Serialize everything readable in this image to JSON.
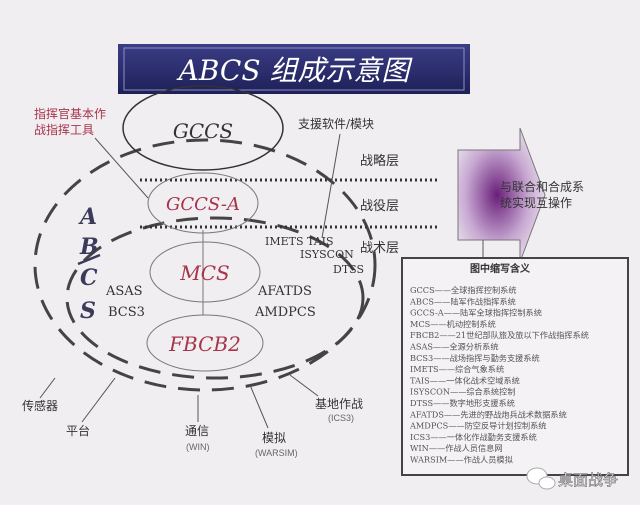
{
  "title": "ABCS 组成示意图",
  "callout_commander": [
    "指挥官基本作",
    "战指挥工具"
  ],
  "callout_support": "支援软件/模块",
  "layers": [
    "战略层",
    "战役层",
    "战术层"
  ],
  "abcs_letters": [
    "A",
    "B",
    "C",
    "S"
  ],
  "systems": {
    "gccs": "GCCS",
    "gccs_a": "GCCS-A",
    "mcs": "MCS",
    "fbcb2": "FBCB2",
    "asas": "ASAS",
    "bcs3": "BCS3",
    "afatds": "AFATDS",
    "amdpcs": "AMDPCS",
    "imets_tais": "IMETS  TAIS",
    "isyscon": "ISYSCON",
    "dtss": "DTSS"
  },
  "interop_text": [
    "与联合和合成系",
    "统实现互操作"
  ],
  "bottom_labels": [
    {
      "label": "传感器",
      "sub": ""
    },
    {
      "label": "平台",
      "sub": ""
    },
    {
      "label": "通信",
      "sub": "(WIN)"
    },
    {
      "label": "模拟",
      "sub": "(WARSIM)"
    },
    {
      "label": "基地作战",
      "sub": "(ICS3)"
    }
  ],
  "legend": {
    "title": "图中缩写含义",
    "items": [
      "GCCS——全球指挥控制系统",
      "ABCS——陆军作战指挥系统",
      "GCCS-A——陆军全球指挥控制系统",
      "MCS——机动控制系统",
      "FBCB2——21世纪部队旅及旅以下作战指挥系统",
      "ASAS——全源分析系统",
      "BCS3——战场指挥与勤务支援系统",
      "IMETS——综合气象系统",
      "TAIS——一体化战术空域系统",
      "ISYSCON——综合系统控制",
      "DTSS——数字地形支援系统",
      "AFATDS——先进的野战炮兵战术数据系统",
      "AMDPCS——防空反导计划控制系统",
      "ICS3——一体化作战勤务支援系统",
      "WIN——作战人员信息网",
      "WARSIM——作战人员模拟"
    ]
  },
  "watermark": "桌面战争",
  "colors": {
    "banner": "#2a2c6e",
    "red_text": "#a8344a",
    "arrow": "#8a4a9a"
  }
}
